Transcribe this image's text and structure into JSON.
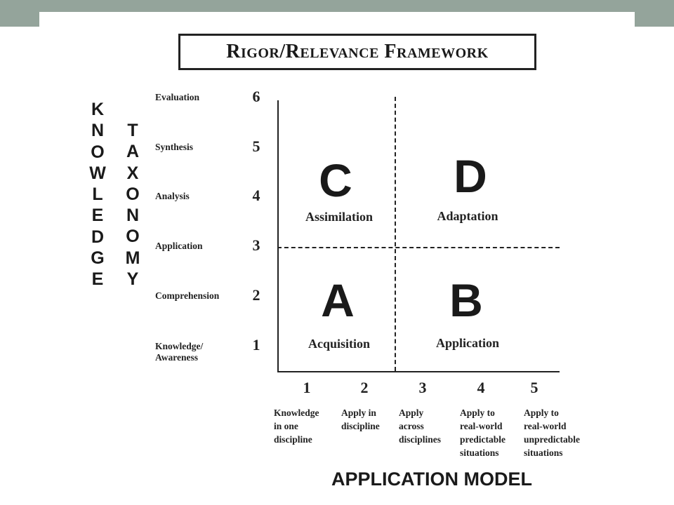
{
  "title": "Rigor/Relevance Framework",
  "knowledge_label": [
    "K",
    "N",
    "O",
    "W",
    "L",
    "E",
    "D",
    "G",
    "E"
  ],
  "taxonomy_label": [
    "T",
    "A",
    "X",
    "O",
    "N",
    "O",
    "M",
    "Y"
  ],
  "knowledge_levels": [
    {
      "label": "Evaluation",
      "num": "6"
    },
    {
      "label": "Synthesis",
      "num": "5"
    },
    {
      "label": "Analysis",
      "num": "4"
    },
    {
      "label": "Application",
      "num": "3"
    },
    {
      "label": "Comprehension",
      "num": "2"
    },
    {
      "label": "Knowledge/\nAwareness",
      "num": "1"
    }
  ],
  "quadrants": {
    "C": {
      "letter": "C",
      "name": "Assimilation"
    },
    "D": {
      "letter": "D",
      "name": "Adaptation"
    },
    "A": {
      "letter": "A",
      "name": "Acquisition"
    },
    "B": {
      "letter": "B",
      "name": "Application"
    }
  },
  "application_levels": [
    {
      "num": "1",
      "desc": "Knowledge\nin one\ndiscipline"
    },
    {
      "num": "2",
      "desc": "Apply in\ndiscipline"
    },
    {
      "num": "3",
      "desc": "Apply\nacross\ndisciplines"
    },
    {
      "num": "4",
      "desc": "Apply to\nreal-world\npredictable\nsituations"
    },
    {
      "num": "5",
      "desc": "Apply to\nreal-world\nunpredictable\nsituations"
    }
  ],
  "application_model_label": "APPLICATION MODEL",
  "colors": {
    "band": "#94a49b",
    "ink": "#1a1a1a"
  }
}
